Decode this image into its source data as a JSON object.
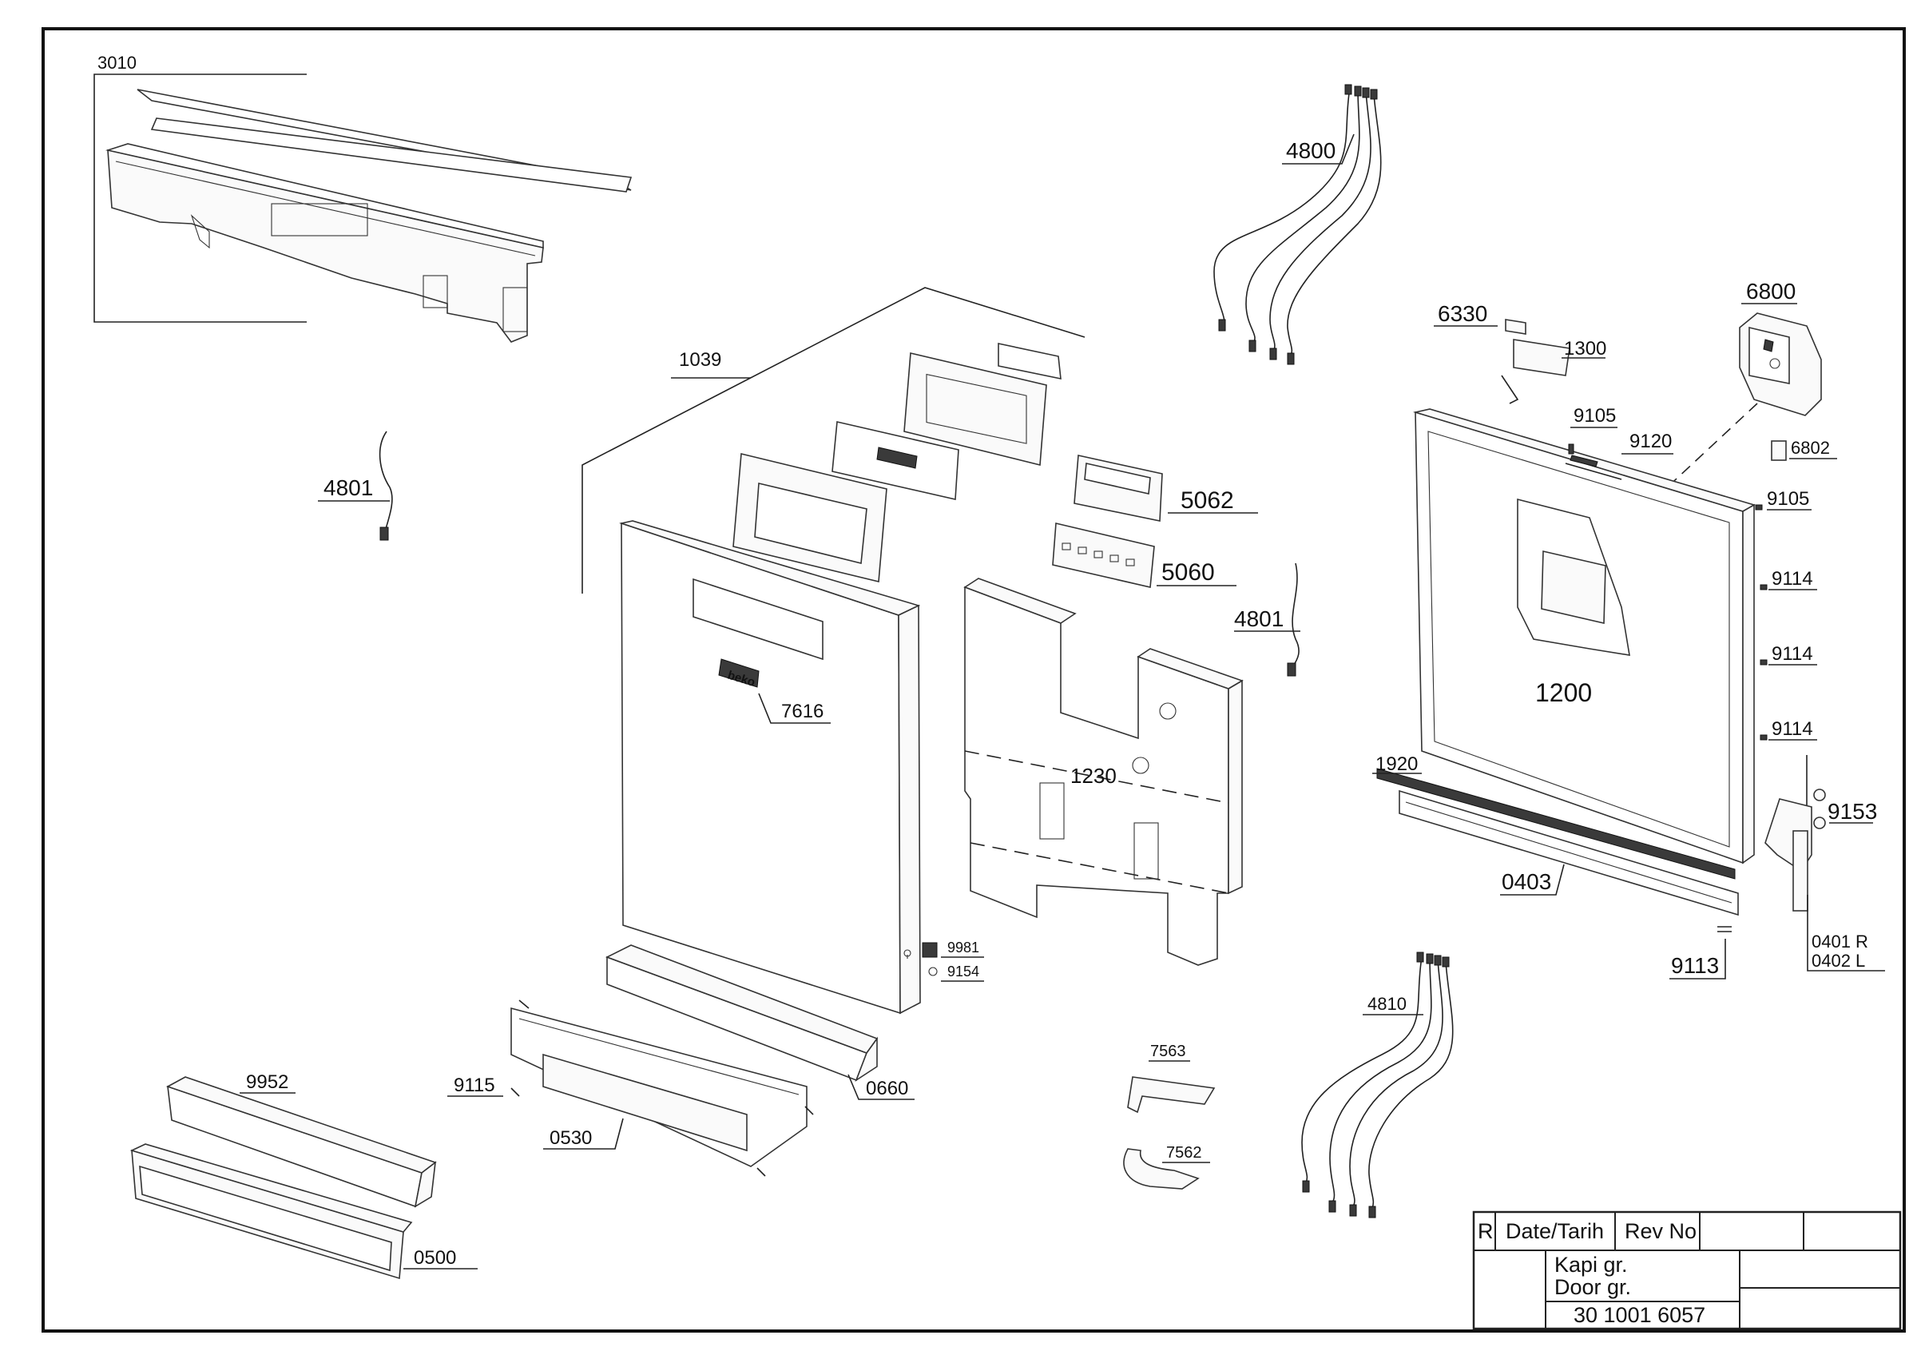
{
  "callouts": {
    "c3010": "3010",
    "c1039": "1039",
    "c4801a": "4801",
    "c4800": "4800",
    "c6330": "6330",
    "c1300": "1300",
    "c6800": "6800",
    "c9105a": "9105",
    "c9120": "9120",
    "c6802": "6802",
    "c9105b": "9105",
    "c5062": "5062",
    "c5060": "5060",
    "c4801b": "4801",
    "c9114a": "9114",
    "c9114b": "9114",
    "c9114c": "9114",
    "c1200": "1200",
    "c7616": "7616",
    "c1230": "1230",
    "c1920": "1920",
    "c9153": "9153",
    "c0403": "0403",
    "c0401": "0401 R",
    "c0402": "0402 L",
    "c9113": "9113",
    "c9981": "9981",
    "c9154": "9154",
    "c4810": "4810",
    "c7563": "7563",
    "c9952": "9952",
    "c9115": "9115",
    "c0660": "0660",
    "c0530": "0530",
    "c7562": "7562",
    "c0500": "0500"
  },
  "brand_badge": "beko",
  "title_block": {
    "r_header": "R",
    "date_header": "Date/Tarih",
    "rev_header": "Rev No",
    "title_tr": "Kapi gr.",
    "title_en": "Door gr.",
    "drawing_number": "30 1001 6057"
  }
}
